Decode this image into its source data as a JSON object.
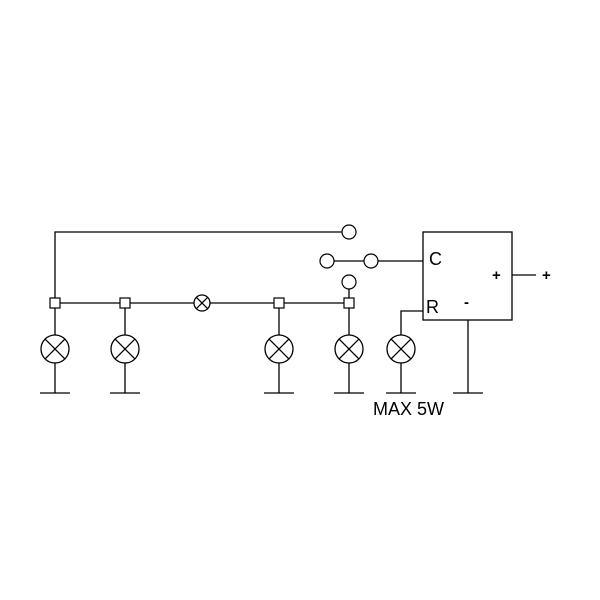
{
  "module": {
    "terminal_c": "C",
    "terminal_r": "R",
    "terminal_plus": "+",
    "terminal_minus": "-",
    "output_plus": "+"
  },
  "rating": "MAX 5W",
  "components": {
    "lamp_icon": "lamp-x-icon",
    "contact_icon": "switch-contact-icon",
    "ground_icon": "ground-icon",
    "junction_icon": "junction-node-icon"
  }
}
